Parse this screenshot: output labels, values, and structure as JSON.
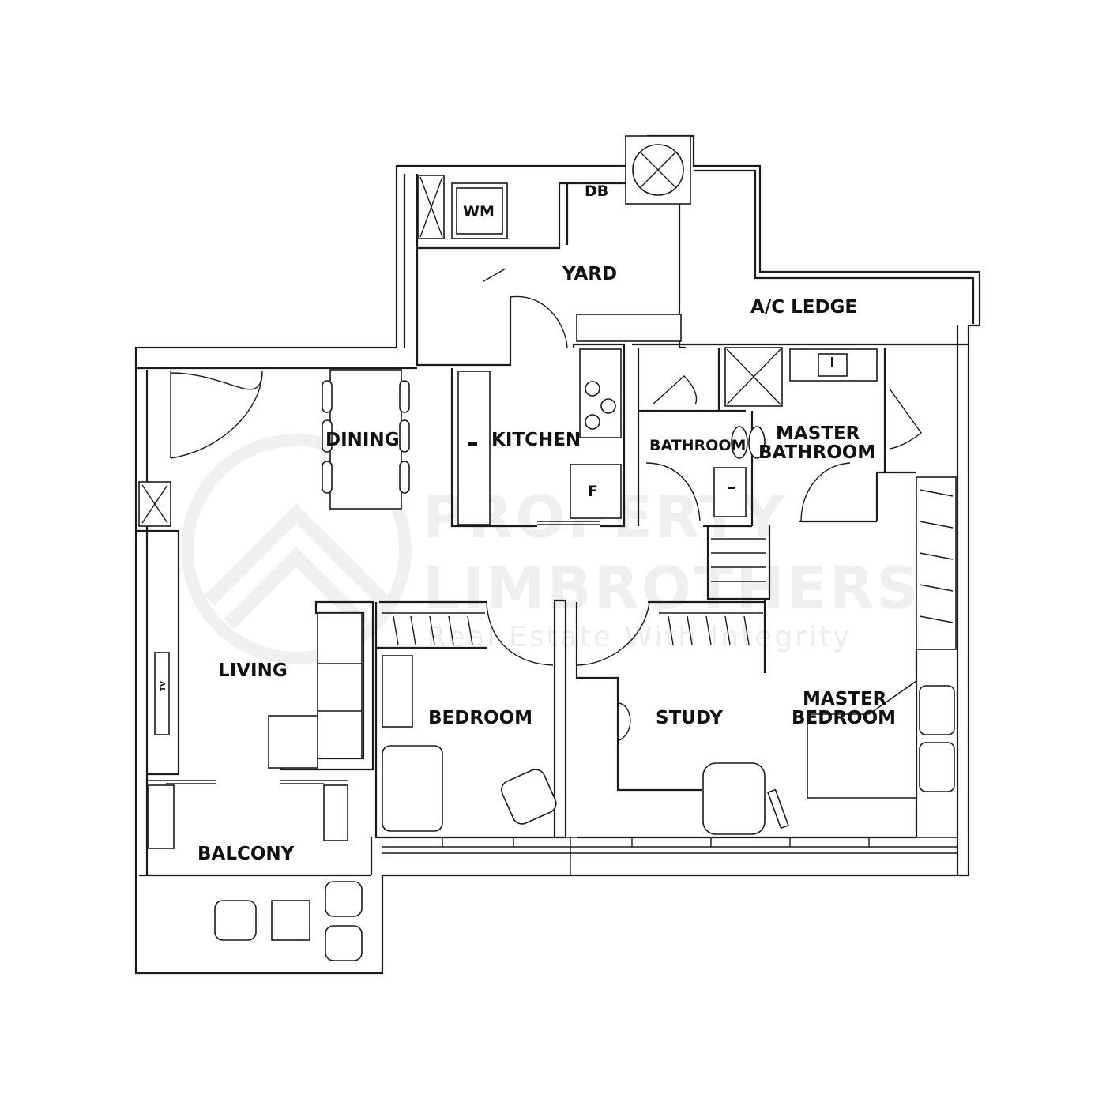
{
  "rooms": {
    "wm": "WM",
    "db": "DB",
    "yard": "YARD",
    "ac_ledge": "A/C LEDGE",
    "dining": "DINING",
    "kitchen": "KITCHEN",
    "fridge": "F",
    "bathroom": "BATHROOM",
    "master_bathroom_1": "MASTER",
    "master_bathroom_2": "BATHROOM",
    "living": "LIVING",
    "tv": "TV",
    "bedroom": "BEDROOM",
    "study": "STUDY",
    "master_bedroom_1": "MASTER",
    "master_bedroom_2": "BEDROOM",
    "balcony": "BALCONY"
  },
  "watermark": {
    "line1": "PROPERTY",
    "line2": "LIMBROTHERS",
    "tagline": "Real Estate With Integrity"
  }
}
